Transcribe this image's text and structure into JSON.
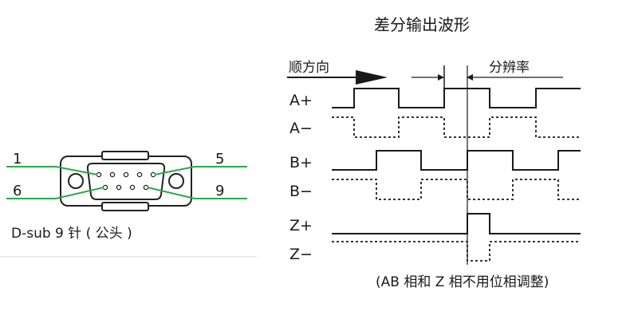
{
  "connector": {
    "pin_labels": [
      "1",
      "5",
      "6",
      "9"
    ],
    "caption": "D-sub 9 针 ( 公头 )",
    "colors": {
      "wire": "#2aa84a",
      "outline": "#222222",
      "divider": "#e6e6e6"
    }
  },
  "waveform": {
    "title": "差分输出波形",
    "direction_label": "顺方向",
    "resolution_label": "分辨率",
    "signals": [
      "A+",
      "A−",
      "B+",
      "B−",
      "Z+",
      "Z−"
    ],
    "footnote": "(AB 相和 Z 相不用位相调整)"
  }
}
